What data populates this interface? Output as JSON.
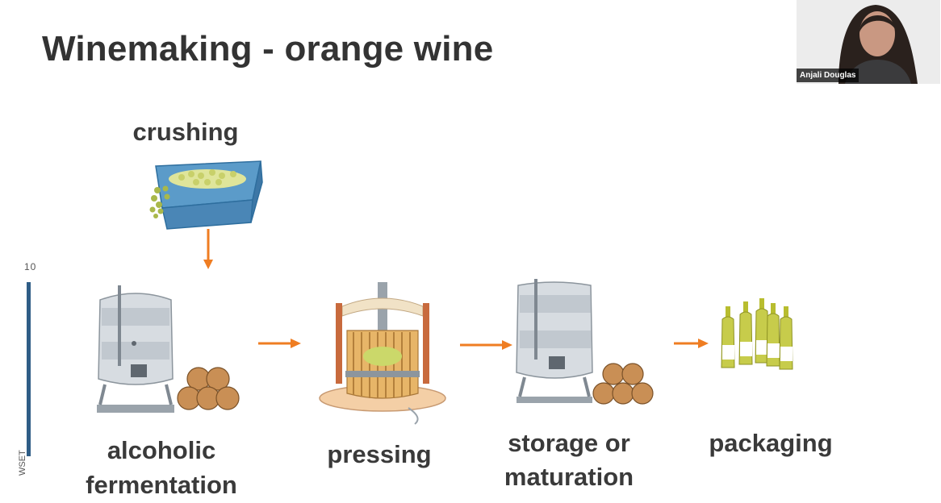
{
  "slide": {
    "title": "Winemaking - orange wine",
    "page_number": "10",
    "side_logo": "WSET"
  },
  "steps": {
    "crushing": "crushing",
    "fermentation_line1": "alcoholic",
    "fermentation_line2": "fermentation",
    "pressing": "pressing",
    "storage_line1": "storage or",
    "storage_line2": "maturation",
    "packaging": "packaging"
  },
  "video": {
    "participant_name": "Anjali Douglas"
  },
  "colors": {
    "arrow": "#ef7d22",
    "side_bar": "#2f5d86"
  }
}
